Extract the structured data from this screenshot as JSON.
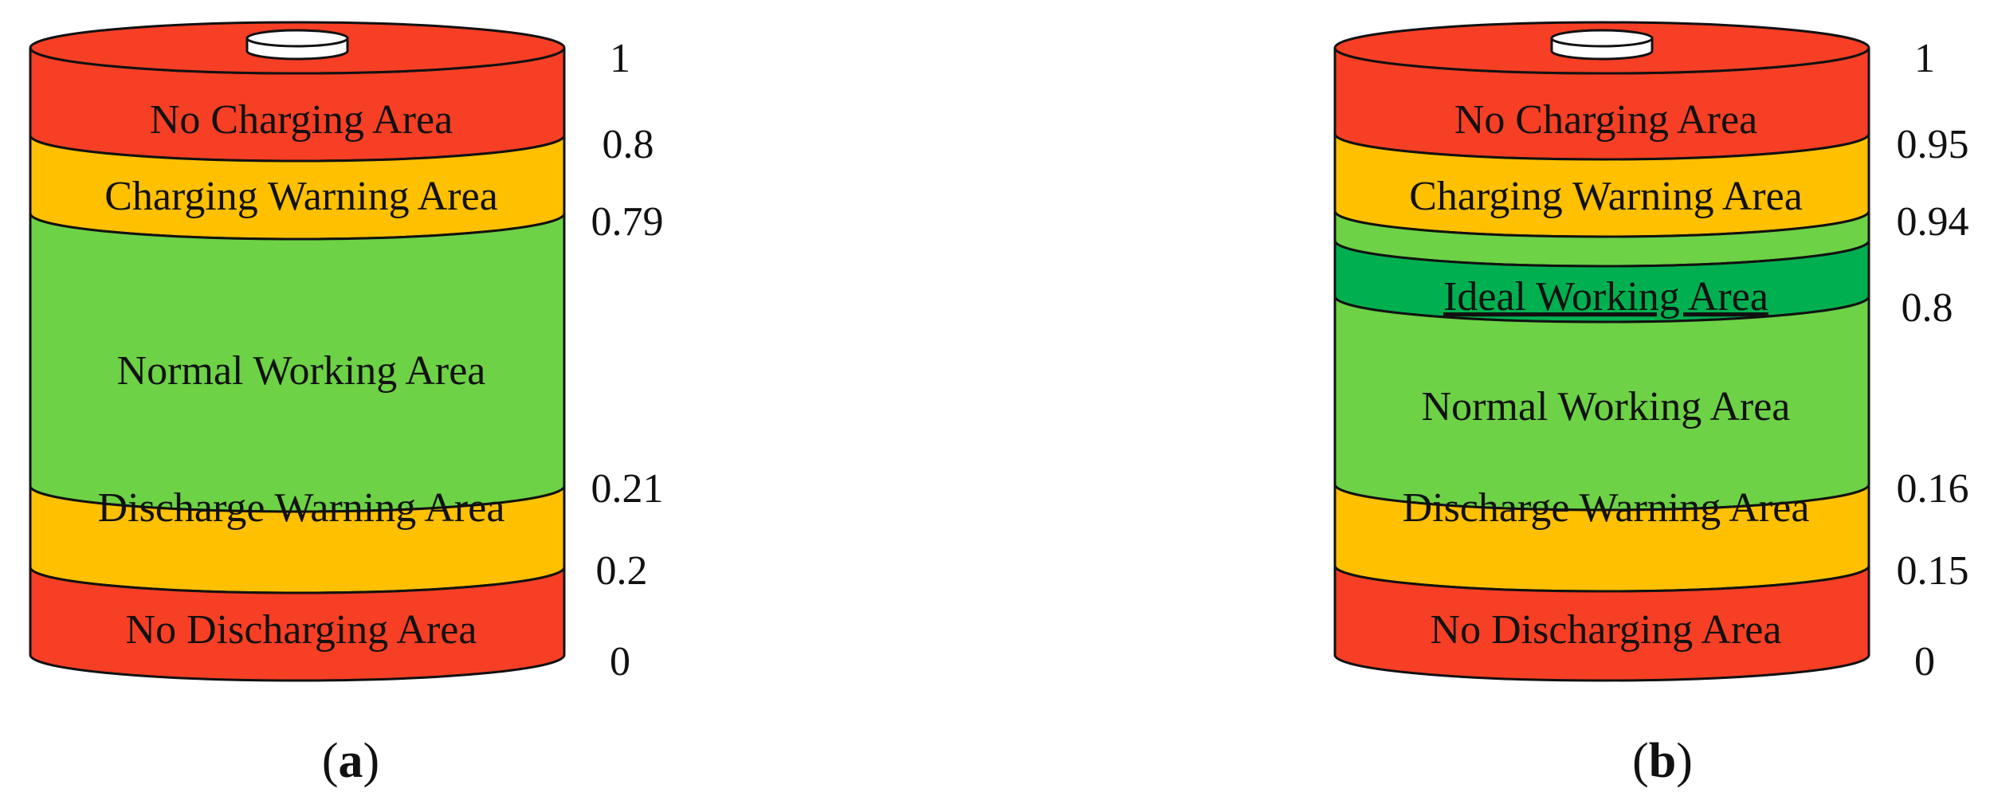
{
  "colors": {
    "red": "#f63f25",
    "yellow": "#ffc000",
    "green": "#6dd246",
    "dark_green": "#00b050",
    "outline": "#111111",
    "terminal": "#ffffff"
  },
  "batteries": [
    {
      "caption_letter": "a",
      "bands": [
        {
          "label": "No Charging Area",
          "color": "red"
        },
        {
          "label": "Charging Warning Area",
          "color": "yellow"
        },
        {
          "label": "Normal Working Area",
          "color": "green"
        },
        {
          "label": "Discharge Warning Area",
          "color": "yellow"
        },
        {
          "label": "No Discharging Area",
          "color": "red"
        }
      ],
      "ticks": [
        "1",
        "0.8",
        "0.79",
        "0.21",
        "0.2",
        "0"
      ]
    },
    {
      "caption_letter": "b",
      "bands": [
        {
          "label": "No Charging Area",
          "color": "red"
        },
        {
          "label": "Charging Warning Area",
          "color": "yellow"
        },
        {
          "label": "",
          "color": "green"
        },
        {
          "label": "Ideal Working Area",
          "color": "dark_green"
        },
        {
          "label": "Normal Working Area",
          "color": "green"
        },
        {
          "label": "Discharge Warning Area",
          "color": "yellow"
        },
        {
          "label": "No Discharging Area",
          "color": "red"
        }
      ],
      "ticks": [
        "1",
        "0.95",
        "0.94",
        "0.8",
        "0.16",
        "0.15",
        "0"
      ]
    }
  ]
}
